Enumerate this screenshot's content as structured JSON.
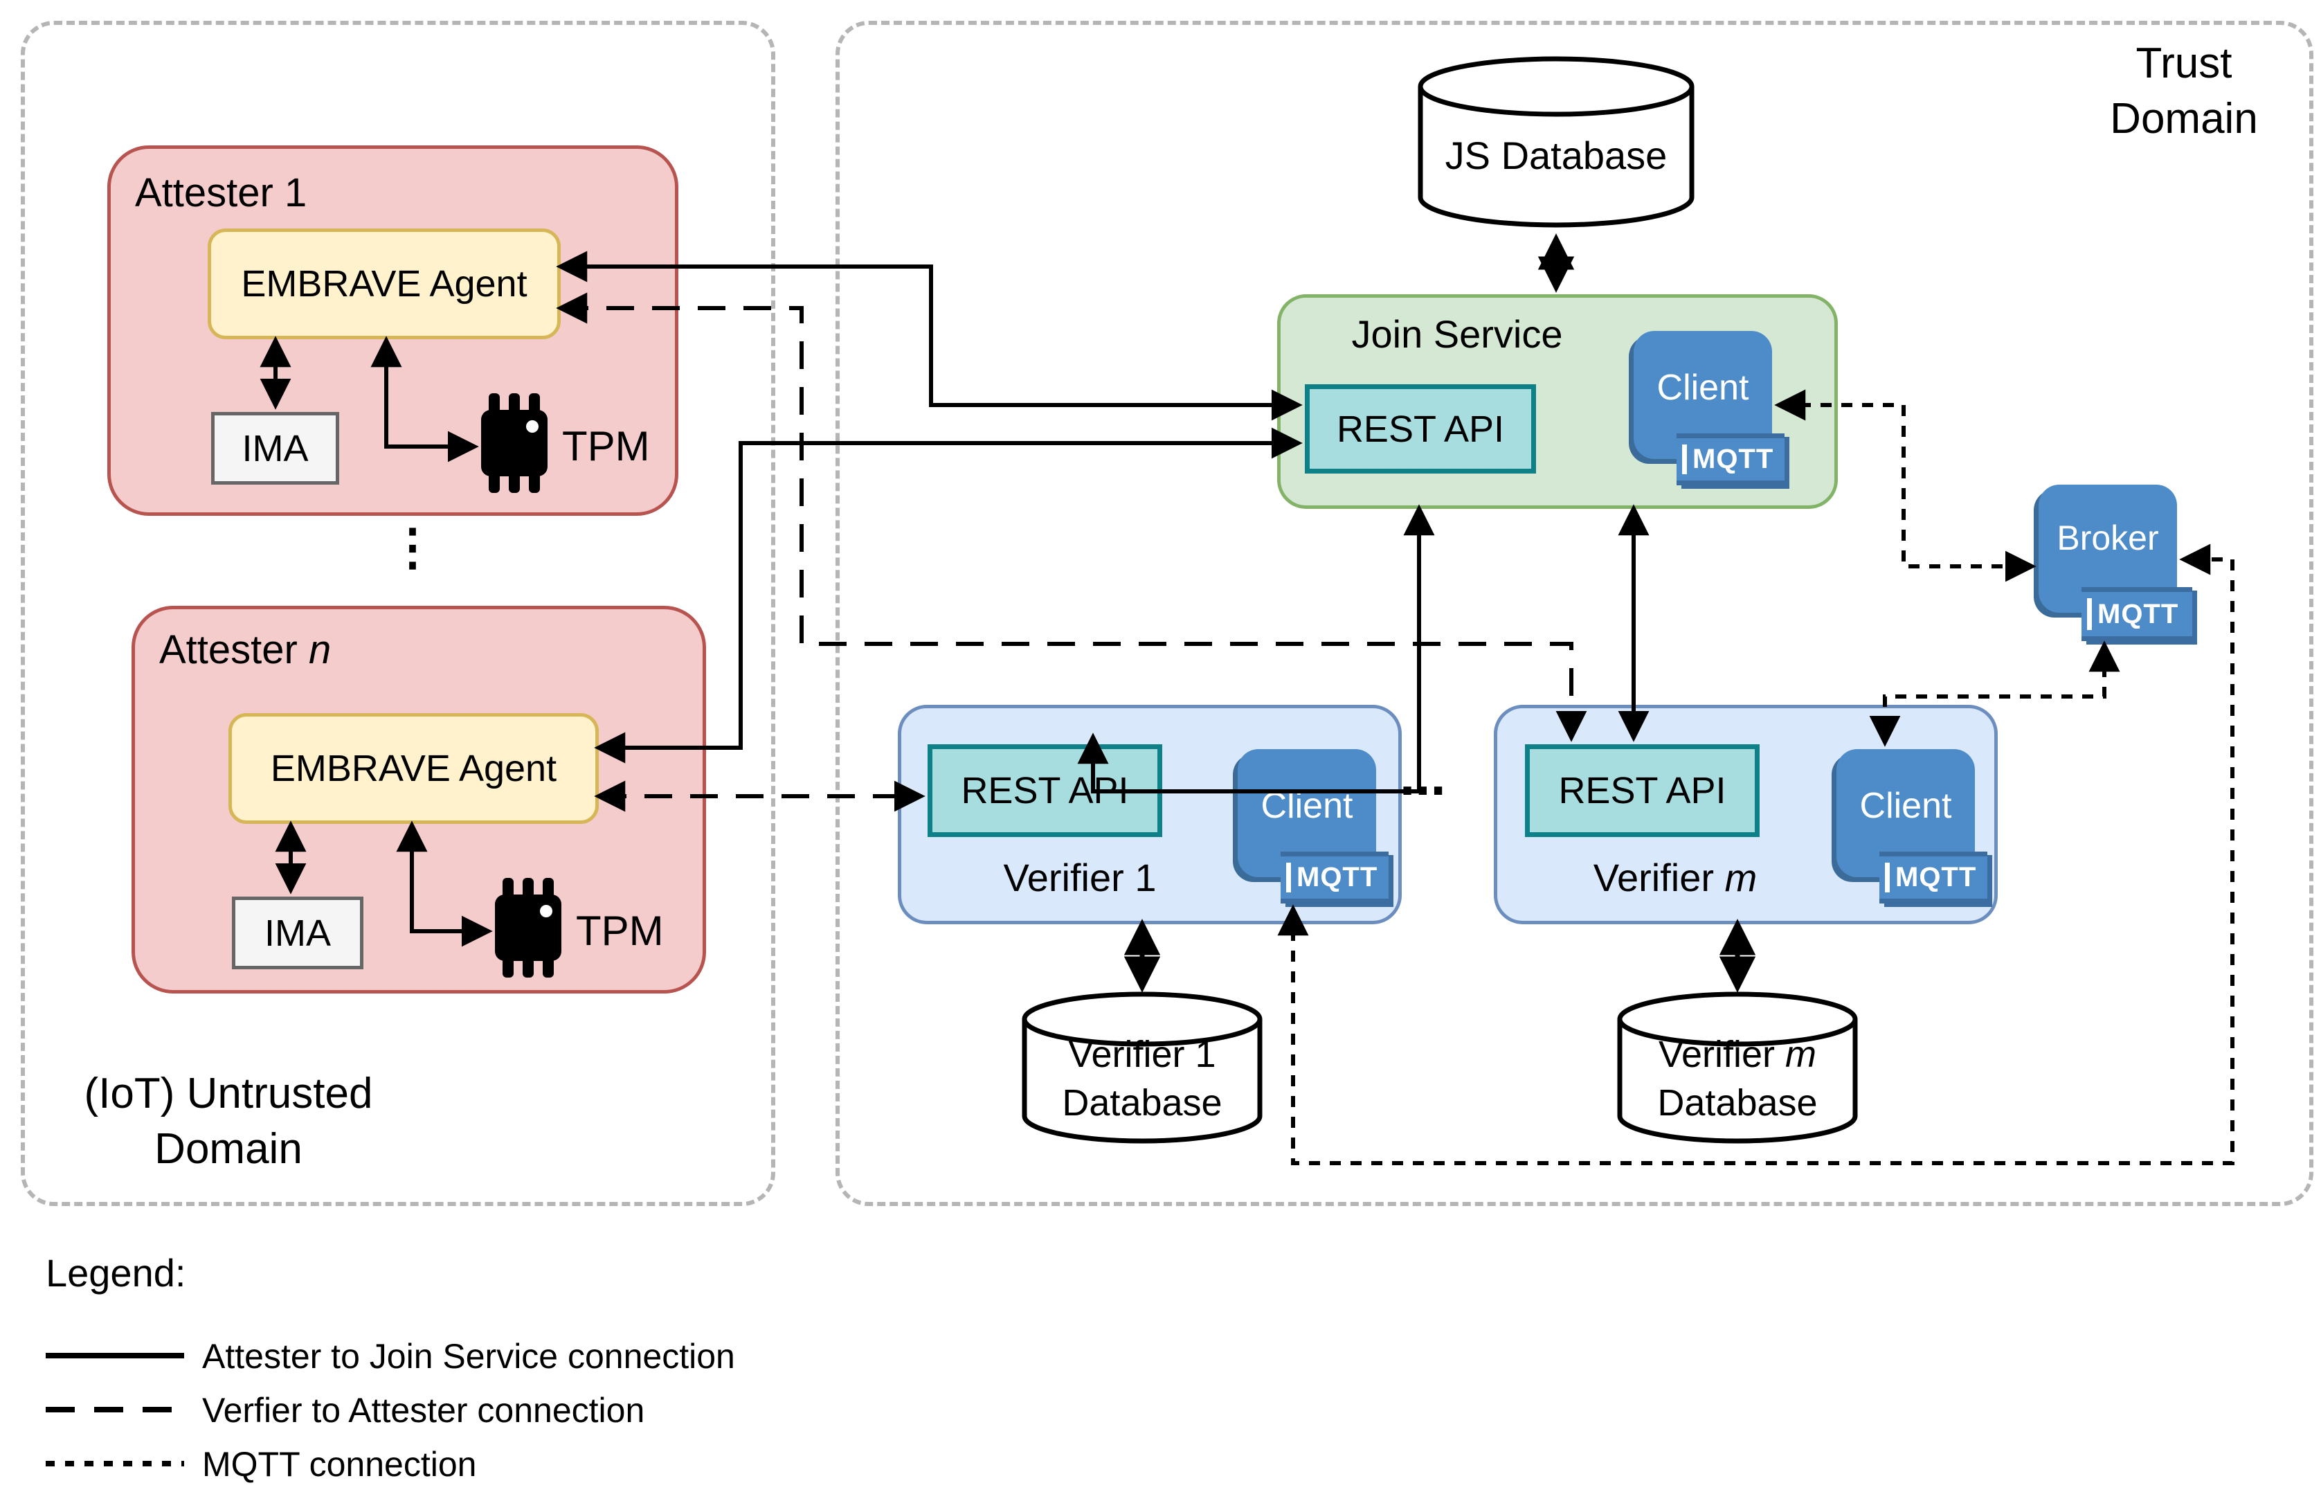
{
  "untrusted_domain": {
    "label_line1": "(IoT) Untrusted",
    "label_line2": "Domain"
  },
  "trust_domain": {
    "label_line1": "Trust",
    "label_line2": "Domain"
  },
  "attesters": {
    "ellipsis": "⋮",
    "a1": {
      "title": "Attester 1",
      "agent": "EMBRAVE Agent",
      "ima": "IMA",
      "tpm": "TPM"
    },
    "an": {
      "title_prefix": "Attester ",
      "title_var": "n",
      "agent": "EMBRAVE Agent",
      "ima": "IMA",
      "tpm": "TPM"
    }
  },
  "js_database": {
    "label": "JS Database"
  },
  "join_service": {
    "title": "Join Service",
    "rest_api": "REST API",
    "client": "Client",
    "mqtt": "MQTT"
  },
  "verifiers": {
    "ellipsis": "...",
    "v1": {
      "title": "Verifier 1",
      "rest_api": "REST API",
      "client": "Client",
      "mqtt": "MQTT",
      "db_line1": "Verifier 1",
      "db_line2": "Database"
    },
    "vm": {
      "title_prefix": "Verifier ",
      "title_var": "m",
      "rest_api": "REST API",
      "client": "Client",
      "mqtt": "MQTT",
      "db_line1_prefix": "Verifier ",
      "db_line1_var": "m",
      "db_line2": "Database"
    }
  },
  "broker": {
    "label": "Broker",
    "mqtt": "MQTT"
  },
  "legend": {
    "title": "Legend:",
    "items": [
      {
        "style": "solid",
        "label": "Attester to Join Service connection"
      },
      {
        "style": "dashed",
        "label": "Verfier to Attester connection"
      },
      {
        "style": "dotted",
        "label": "MQTT connection"
      }
    ]
  },
  "colors": {
    "attester_fill": "#f4cccc",
    "attester_stroke": "#b85450",
    "agent_fill": "#fff2cc",
    "agent_stroke": "#d6b656",
    "join_service_fill": "#d5e8d4",
    "join_service_stroke": "#82b366",
    "verifier_fill": "#dae8fc",
    "verifier_stroke": "#6c8ebf",
    "rest_api_fill": "#a8dde0",
    "rest_api_stroke": "#0e8088",
    "client_blue": "#4e8cc9",
    "client_shadow": "#3a6b99",
    "domain_border": "#b5b5b5",
    "line_color": "#000000"
  }
}
